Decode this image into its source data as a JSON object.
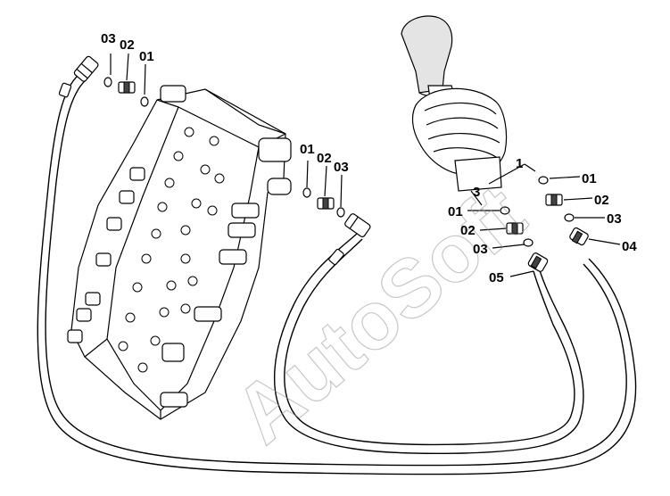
{
  "watermark": "AutoSoft",
  "labels": {
    "left_03": "03",
    "left_02": "02",
    "left_01": "01",
    "mid_01": "01",
    "mid_02": "02",
    "mid_03": "03",
    "joy_1": "1",
    "joy_3": "3",
    "r_01": "01",
    "r_02": "02",
    "r_03": "03",
    "r_04": "04",
    "l_01": "01",
    "l_02": "02",
    "l_03": "03",
    "l_05": "05"
  }
}
